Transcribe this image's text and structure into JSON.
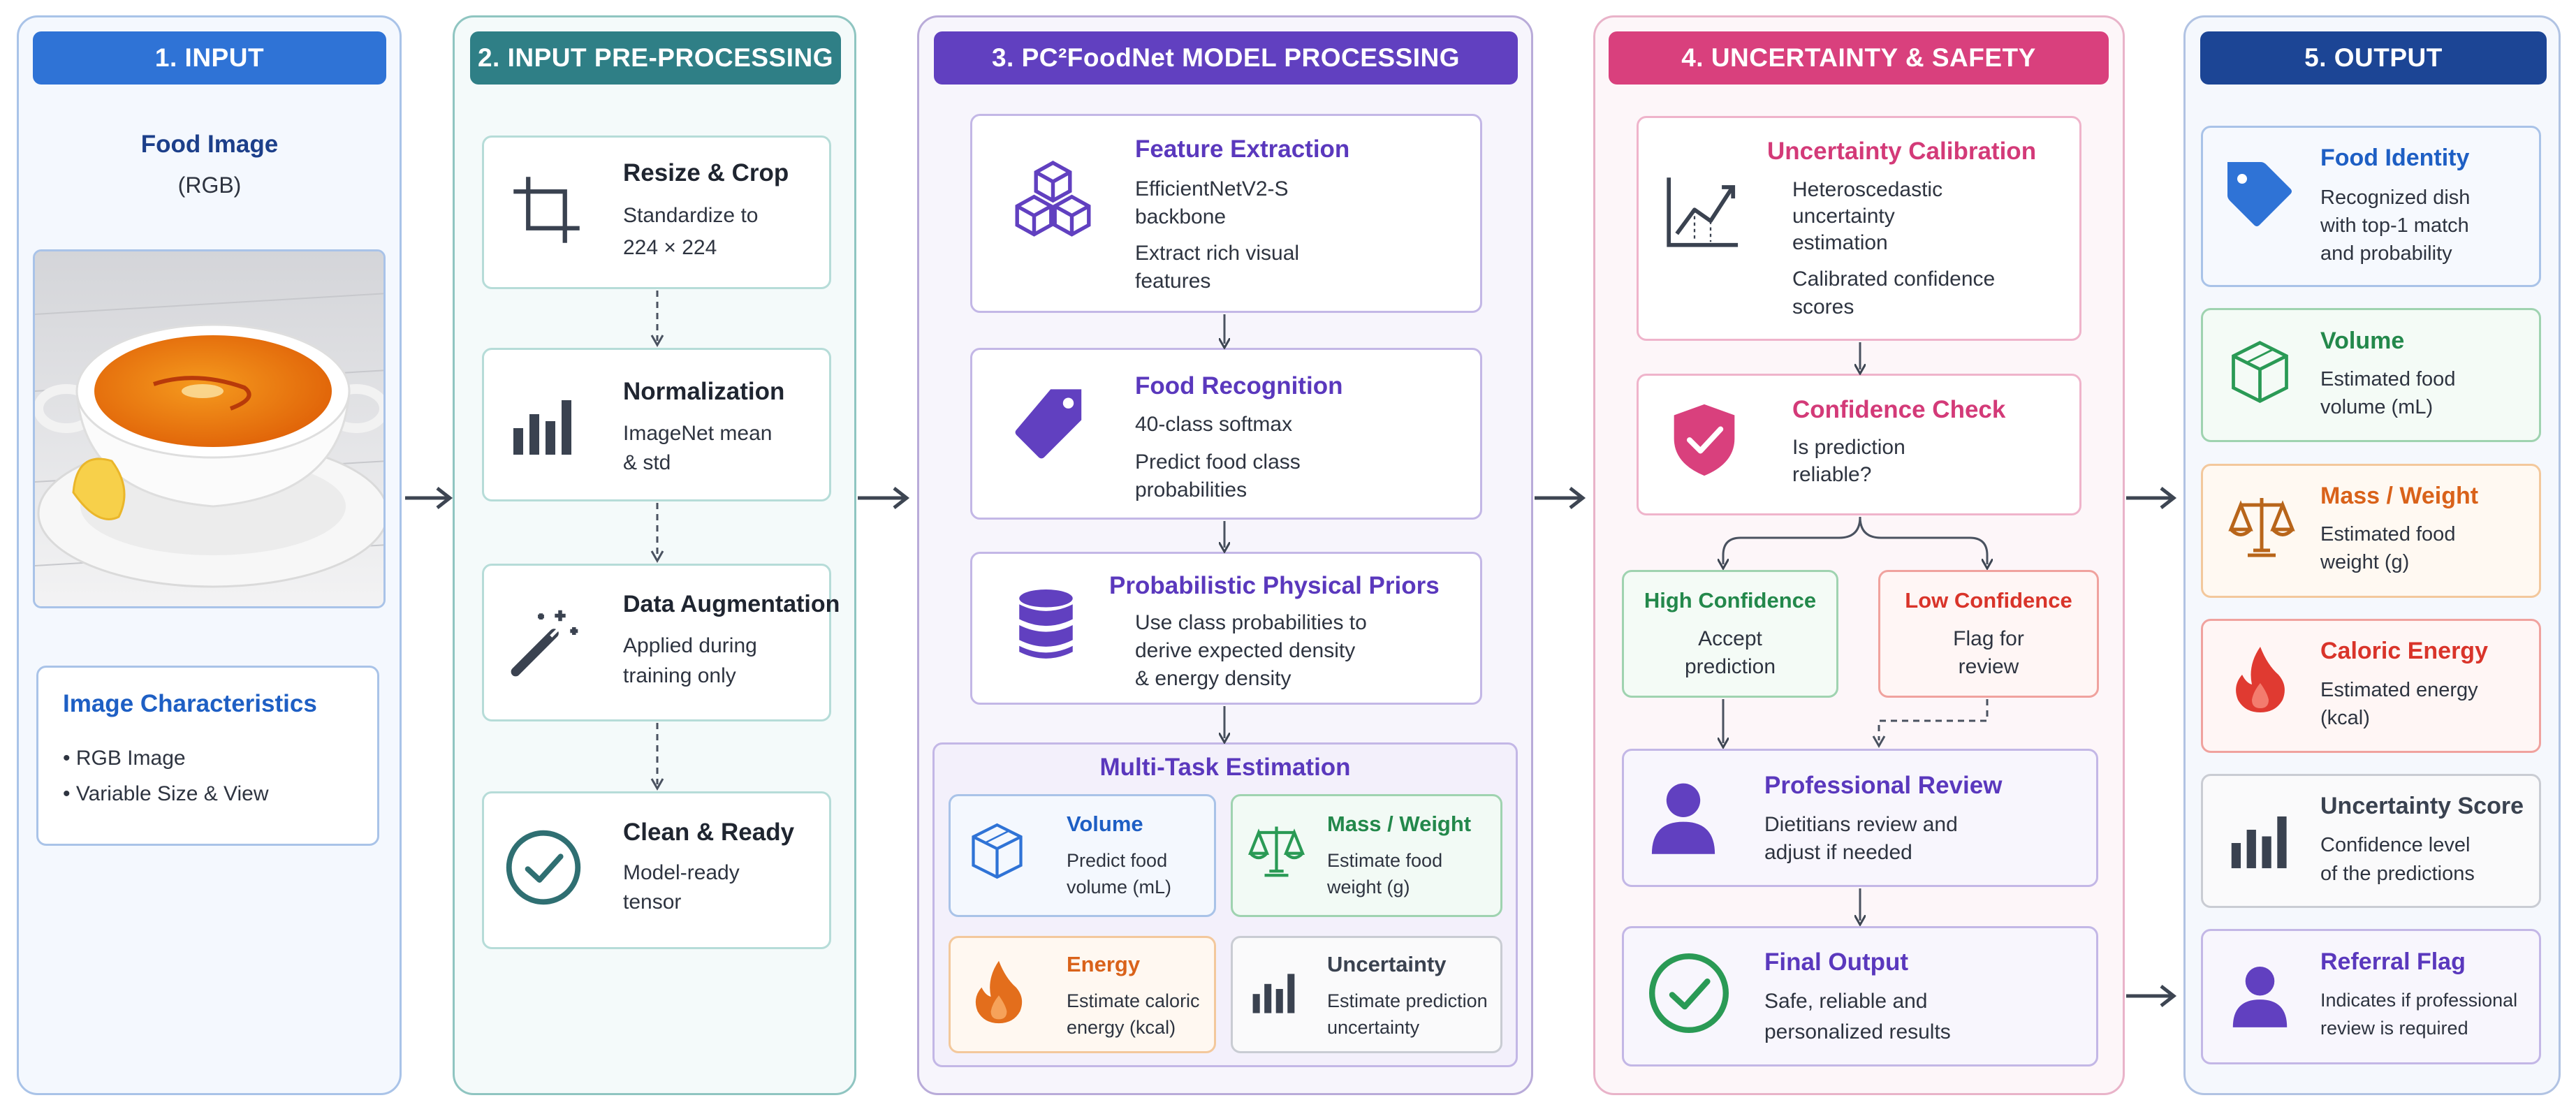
{
  "colors": {
    "blue": "#2f73d6",
    "teal": "#2f7f86",
    "purple": "#6140c0",
    "pink": "#d9407d",
    "navy": "#1c4595",
    "orange": "#e36e1c",
    "green": "#2a9a55",
    "red": "#e03a31",
    "gray": "#3a4250"
  },
  "col1": {
    "header": "1. INPUT",
    "title": "Food Image",
    "subtitle": "(RGB)",
    "image_alt": "Bowl of orange soup on a saucer with a lemon wedge",
    "char_title": "Image Characteristics",
    "char_items": [
      "• RGB Image",
      "• Variable Size & View"
    ]
  },
  "col2": {
    "header": "2. INPUT PRE-PROCESSING",
    "cards": [
      {
        "title": "Resize & Crop",
        "line1": "Standardize to",
        "line2": "224 × 224",
        "icon": "crop-icon"
      },
      {
        "title": "Normalization",
        "line1": "ImageNet mean",
        "line2": "& std",
        "icon": "bar-chart-icon"
      },
      {
        "title": "Data Augmentation",
        "line1": "Applied during",
        "line2": "training only",
        "icon": "magic-wand-icon"
      },
      {
        "title": "Clean & Ready",
        "line1": "Model-ready",
        "line2": "tensor",
        "icon": "check-circle-icon"
      }
    ]
  },
  "col3": {
    "header": "3. PC²FoodNet MODEL PROCESSING",
    "feature": {
      "title": "Feature Extraction",
      "l1": "EfficientNetV2-S",
      "l2": "backbone",
      "l3": "Extract rich visual",
      "l4": "features",
      "icon": "cubes-icon"
    },
    "recog": {
      "title": "Food Recognition",
      "l1": "40-class softmax",
      "l2": "Predict food class",
      "l3": "probabilities",
      "icon": "tag-icon"
    },
    "priors": {
      "title": "Probabilistic Physical Priors",
      "l1": "Use class probabilities to",
      "l2": "derive expected density",
      "l3": "& energy density",
      "icon": "database-icon"
    },
    "multi": {
      "title": "Multi-Task Estimation",
      "volume": {
        "title": "Volume",
        "l1": "Predict food",
        "l2": "volume (mL)",
        "icon": "box-icon"
      },
      "mass": {
        "title": "Mass / Weight",
        "l1": "Estimate food",
        "l2": "weight (g)",
        "icon": "scale-icon"
      },
      "energy": {
        "title": "Energy",
        "l1": "Estimate caloric",
        "l2": "energy (kcal)",
        "icon": "flame-icon"
      },
      "uncert": {
        "title": "Uncertainty",
        "l1": "Estimate prediction",
        "l2": "uncertainty",
        "icon": "bar-chart-icon"
      }
    }
  },
  "col4": {
    "header": "4. UNCERTAINTY & SAFETY",
    "calib": {
      "title": "Uncertainty Calibration",
      "l1": "Heteroscedastic",
      "l2": "uncertainty",
      "l3": "estimation",
      "l4": "Calibrated confidence",
      "l5": "scores",
      "icon": "line-chart-icon"
    },
    "check": {
      "title": "Confidence Check",
      "l1": "Is prediction",
      "l2": "reliable?",
      "icon": "shield-check-icon"
    },
    "high": {
      "title": "High Confidence",
      "l1": "Accept",
      "l2": "prediction"
    },
    "low": {
      "title": "Low Confidence",
      "l1": "Flag for",
      "l2": "review"
    },
    "review": {
      "title": "Professional Review",
      "l1": "Dietitians review and",
      "l2": "adjust if needed",
      "icon": "person-icon"
    },
    "final": {
      "title": "Final Output",
      "l1": "Safe, reliable and",
      "l2": "personalized results",
      "icon": "check-circle-icon"
    }
  },
  "col5": {
    "header": "5. OUTPUT",
    "cards": [
      {
        "title": "Food Identity",
        "l1": "Recognized dish",
        "l2": "with top-1 match",
        "l3": "and probability",
        "icon": "tag-icon"
      },
      {
        "title": "Volume",
        "l1": "Estimated food",
        "l2": "volume (mL)",
        "l3": "",
        "icon": "box-icon"
      },
      {
        "title": "Mass / Weight",
        "l1": "Estimated food",
        "l2": "weight (g)",
        "l3": "",
        "icon": "scale-icon"
      },
      {
        "title": "Caloric Energy",
        "l1": "Estimated energy",
        "l2": "(kcal)",
        "l3": "",
        "icon": "flame-icon"
      },
      {
        "title": "Uncertainty Score",
        "l1": "Confidence level",
        "l2": "of the predictions",
        "l3": "",
        "icon": "bar-chart-icon"
      },
      {
        "title": "Referral Flag",
        "l1": "Indicates if professional",
        "l2": "review is required",
        "l3": "",
        "icon": "person-icon"
      }
    ]
  }
}
